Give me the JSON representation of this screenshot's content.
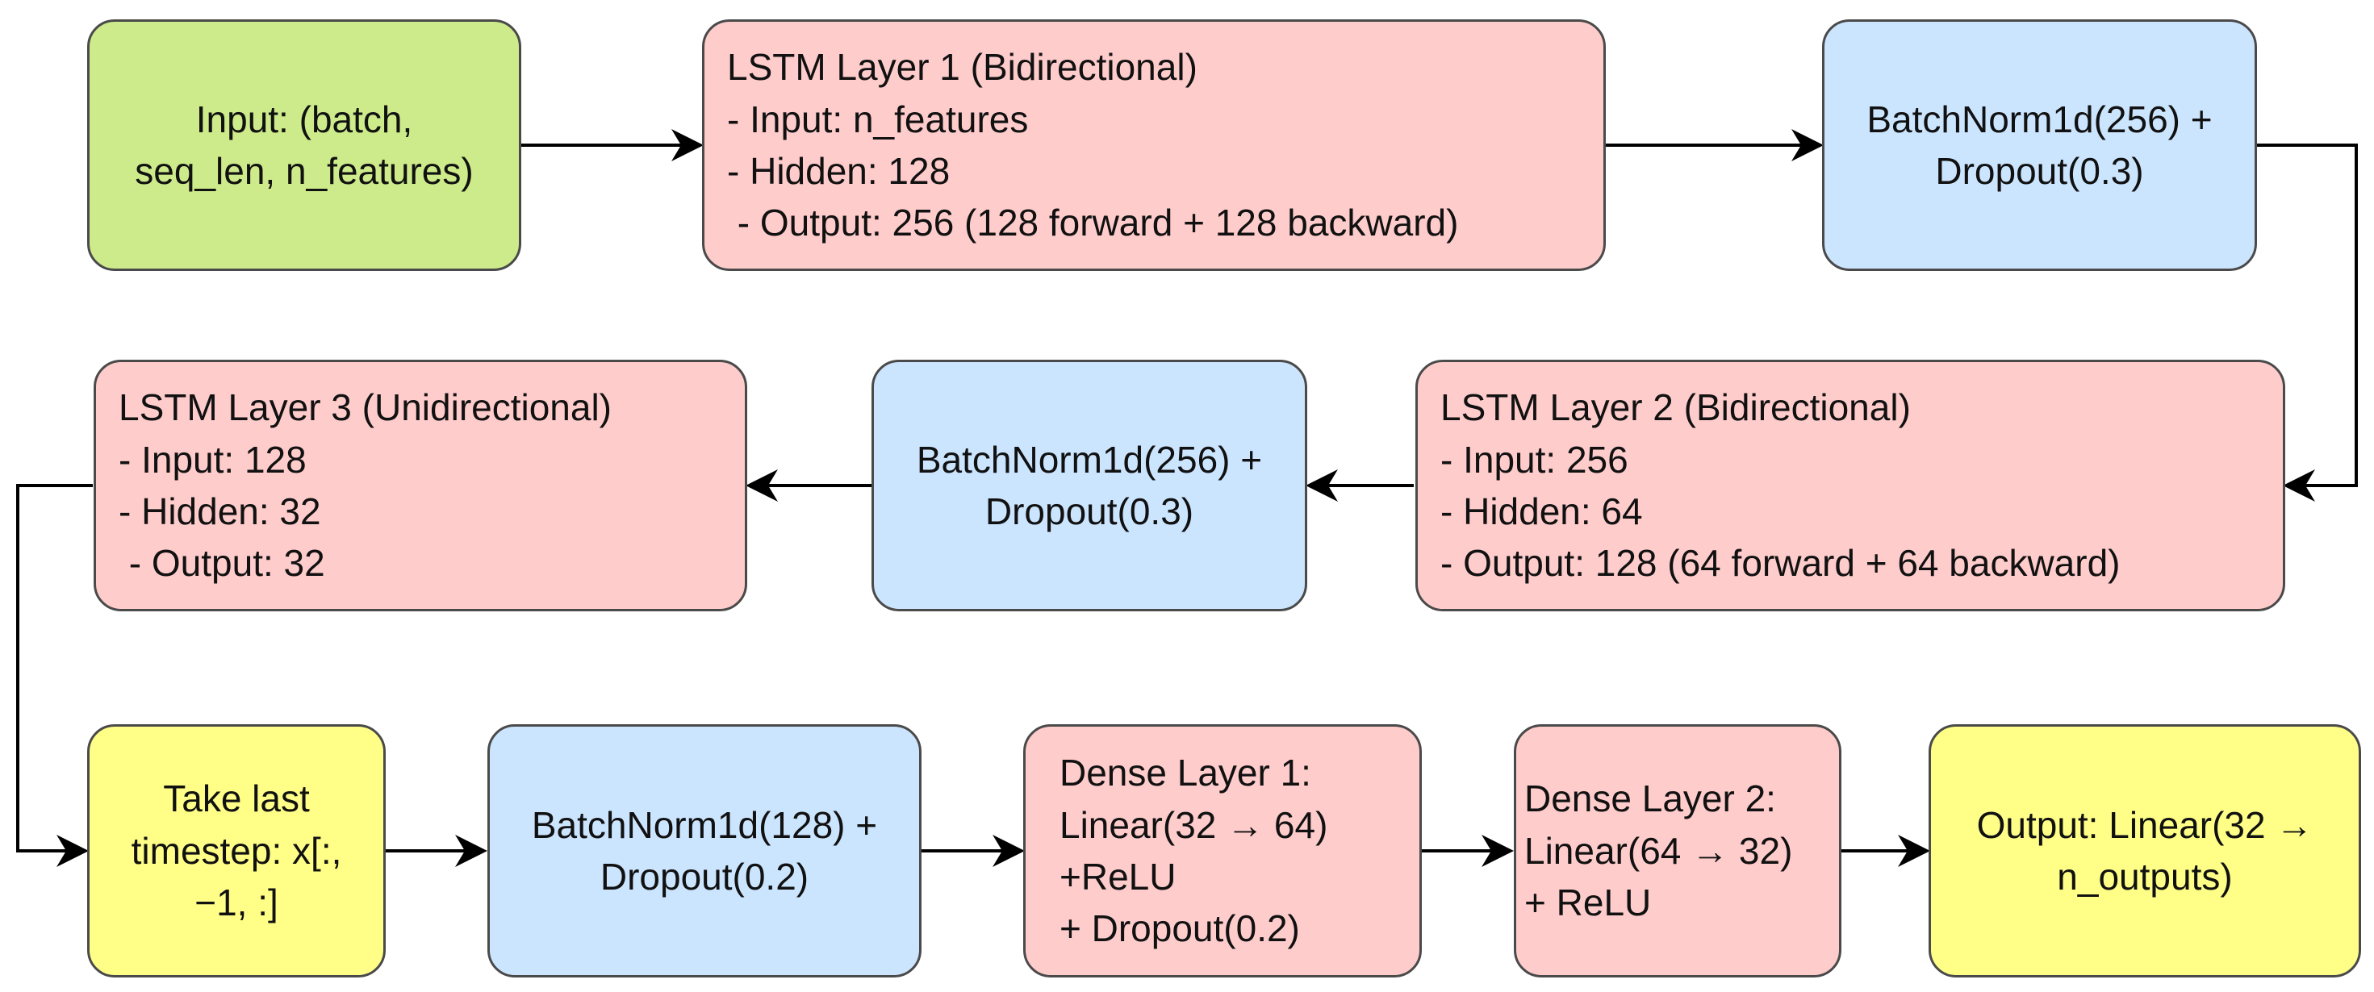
{
  "colors": {
    "input_green": "#cdeb8b",
    "lstm_red": "#ffcccc",
    "norm_blue": "#cce5ff",
    "yellow": "#ffff88",
    "border": "#4a4a4a",
    "arrow": "#000000"
  },
  "nodes": {
    "input": {
      "lines": [
        "Input: (batch,",
        "seq_len, n_features)"
      ]
    },
    "lstm1": {
      "lines": [
        "LSTM Layer 1 (Bidirectional)",
        "- Input: n_features",
        "- Hidden: 128",
        " - Output: 256 (128 forward + 128 backward)"
      ]
    },
    "bn1": {
      "lines": [
        "BatchNorm1d(256) +",
        "Dropout(0.3)"
      ]
    },
    "lstm2": {
      "lines": [
        "LSTM Layer 2 (Bidirectional)",
        "- Input: 256",
        "- Hidden: 64",
        "- Output: 128 (64 forward + 64 backward)"
      ]
    },
    "bn2": {
      "lines": [
        "BatchNorm1d(256) +",
        "Dropout(0.3)"
      ]
    },
    "lstm3": {
      "lines": [
        "LSTM Layer 3 (Unidirectional)",
        "- Input: 128",
        "- Hidden: 32",
        " - Output: 32"
      ]
    },
    "take_last": {
      "lines": [
        "Take last",
        "timestep: x[:,",
        "−1, :]"
      ]
    },
    "bn3": {
      "lines": [
        "BatchNorm1d(128) +",
        "Dropout(0.2)"
      ]
    },
    "dense1": {
      "lines": [
        "Dense Layer 1:",
        "Linear(32 → 64)",
        "+ReLU",
        "+ Dropout(0.2)"
      ]
    },
    "dense2": {
      "lines": [
        "Dense Layer 2:",
        "Linear(64 → 32)",
        "+ ReLU"
      ]
    },
    "output": {
      "lines": [
        "Output: Linear(32 →",
        "n_outputs)"
      ]
    }
  }
}
